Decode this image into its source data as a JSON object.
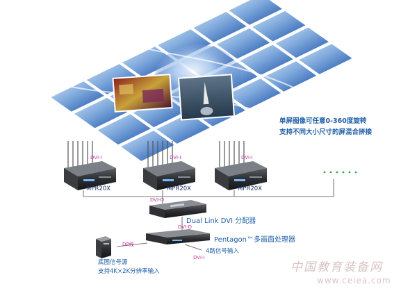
{
  "wall": {
    "note_line1": "单屏图像可任意0-360度旋转",
    "note_line2": "支持不同大小尺寸的屏混合拼接"
  },
  "servers": [
    {
      "model": "MPR20X",
      "port": "DVI-I"
    },
    {
      "model": "MPR20X",
      "port": "DVI-I"
    },
    {
      "model": "MPR20X",
      "port": "DVI-I"
    }
  ],
  "splitter": {
    "label": "Dual Link DVI 分配器",
    "in_port": "DVI-D",
    "out_port": "DVI-D"
  },
  "processor": {
    "label": "Pentagon™多画面处理器",
    "inputs": "4路信号输入",
    "input_port": "DVI-I"
  },
  "source": {
    "port": "DP线",
    "line1": "底图信号源",
    "line2": "支持4K×2K分辨率输入"
  },
  "watermark": {
    "cn": "中国教育装备网",
    "url": "www.ceiea.com"
  },
  "colors": {
    "text_blue": "#1f5fa8",
    "port_pink": "#c0399a",
    "screen_frame": "#ffffff",
    "line_gray": "#777777"
  }
}
